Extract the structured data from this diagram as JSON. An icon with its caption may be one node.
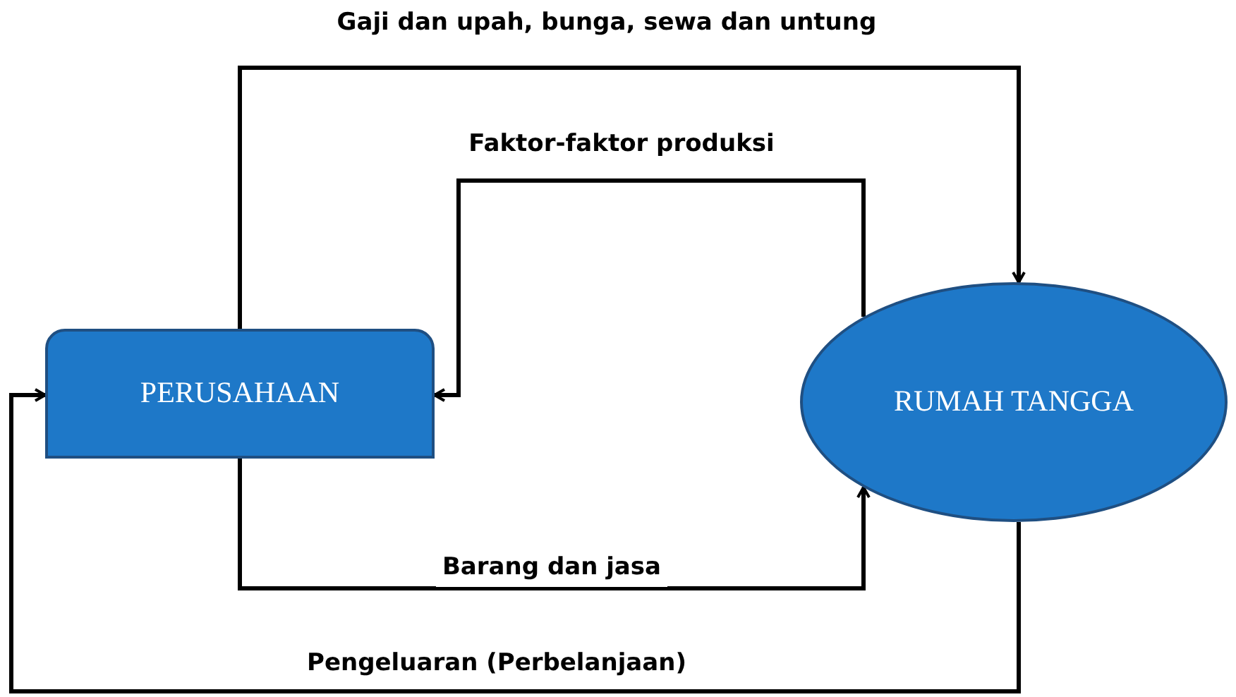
{
  "diagram": {
    "nodes": [
      {
        "text": [
          "PERUSAHAAN"
        ]
      },
      {
        "text": [
          "RUMAH TANGGA"
        ]
      }
    ],
    "edges": [
      {
        "from": 0,
        "to": 1,
        "arrow": "to",
        "label": "Gaji dan upah, bunga, sewa dan untung"
      },
      {
        "from": 1,
        "to": 0,
        "arrow": "to",
        "label": "Faktor-faktor produksi"
      },
      {
        "from": 0,
        "to": 1,
        "arrow": "to",
        "label": "Barang dan jasa"
      },
      {
        "from": 1,
        "to": 0,
        "arrow": "to",
        "label": "Pengeluaran (Perbelanjaan)"
      }
    ]
  }
}
